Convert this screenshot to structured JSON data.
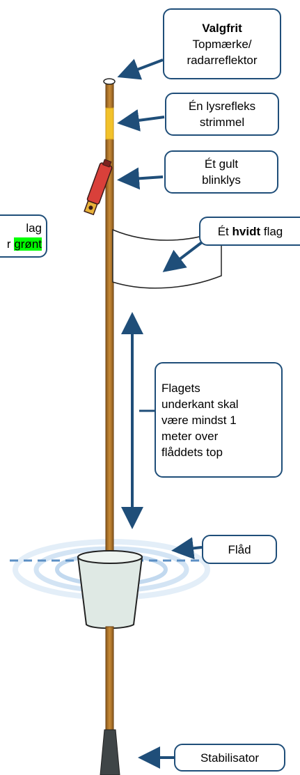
{
  "callouts": {
    "optional_top": {
      "line1": "Valgfrit",
      "line2": "Topmærke/",
      "line3": "radarreflektor"
    },
    "reflective_strip": {
      "line1": "Én lysrefleks",
      "line2": "strimmel"
    },
    "yellow_light": {
      "line1": "Ét gult",
      "line2": "blinklys"
    },
    "white_flag": {
      "pre": "Ét ",
      "bold": "hvidt",
      "post": " flag"
    },
    "left_flag": {
      "line1": "lag",
      "line2": "r ",
      "highlight": "grønt"
    },
    "flag_height": {
      "line1": "Flagets",
      "line2": "underkant skal",
      "line3": "være mindst 1",
      "line4": "meter over",
      "line5": "flåddets top"
    },
    "float": {
      "label": "Flåd"
    },
    "stabilizer": {
      "label": "Stabilisator"
    }
  },
  "colors": {
    "arrow": "#1f4e79",
    "pole": "#b5782a",
    "pole_dark": "#7a4a12",
    "reflector": "#f2c22b",
    "light_body": "#d9403a",
    "light_tip": "#e8b23a",
    "float_fill": "#dfe9e4",
    "waterline": "#5b8fc4",
    "stabilizer": "#3f4547",
    "highlight": "#00ff00"
  },
  "icons": [
    "pole-icon",
    "flag-icon",
    "float-icon",
    "blinker-icon",
    "stabilizer-icon",
    "reflector-strip-icon",
    "topmark-icon",
    "ripple-icon"
  ]
}
